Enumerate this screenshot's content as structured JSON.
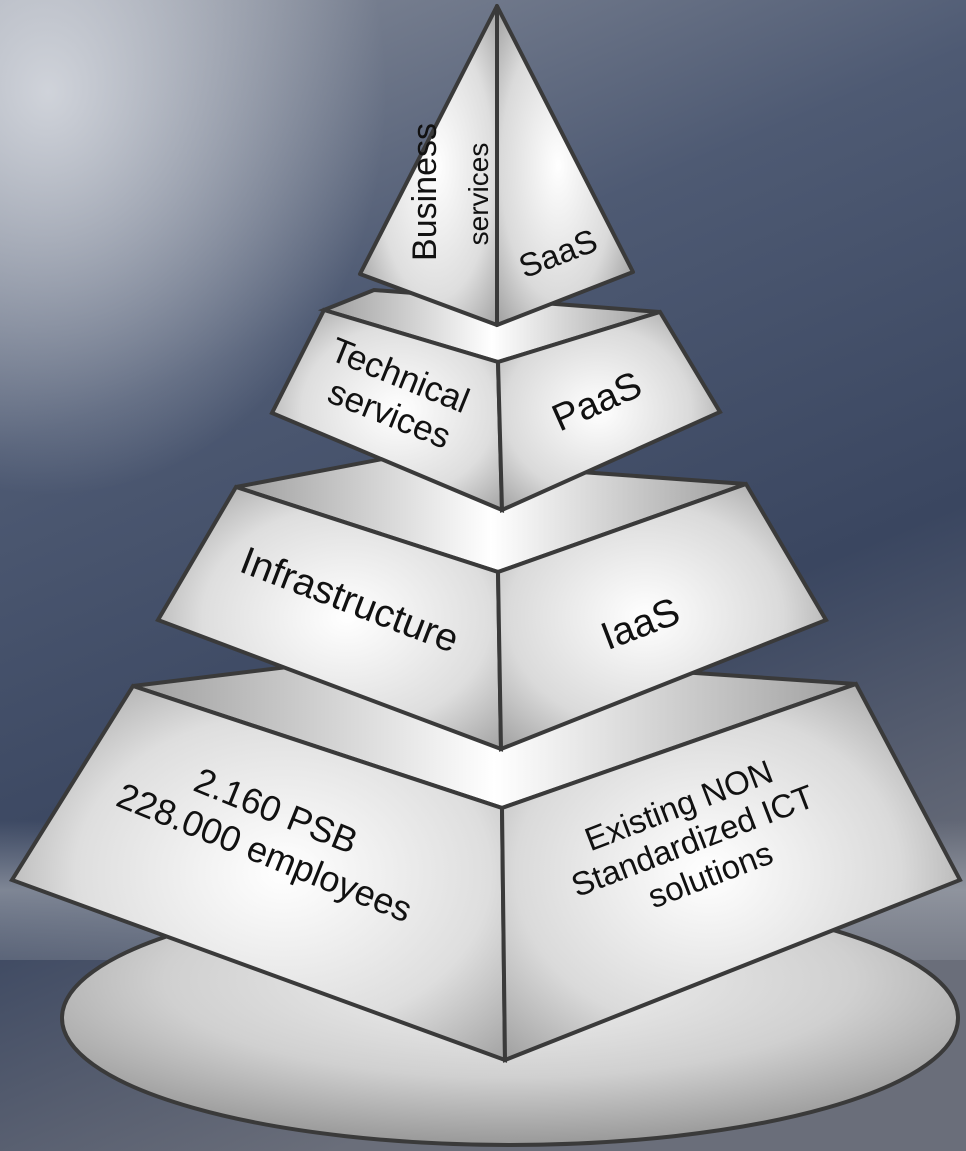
{
  "tiers": [
    {
      "id": "top",
      "left": [
        "Business",
        "services"
      ],
      "right": [
        "SaaS"
      ]
    },
    {
      "id": "second",
      "left": [
        "Technical",
        "services"
      ],
      "right": [
        "PaaS"
      ]
    },
    {
      "id": "third",
      "left": [
        "Infrastructure"
      ],
      "right": [
        "IaaS"
      ]
    },
    {
      "id": "base",
      "left": [
        "2.160 PSB",
        "228.000 employees"
      ],
      "right": [
        "Existing NON",
        "Standardized ICT",
        "solutions"
      ]
    }
  ],
  "colors": {
    "background_top": "#7f8797",
    "background_mid": "#3f4a63",
    "background_bottom": "#5c6272",
    "face_light": "#ffffff",
    "face_dark": "#a8a8a8",
    "outline": "#3a3a3a",
    "text": "#111111"
  }
}
